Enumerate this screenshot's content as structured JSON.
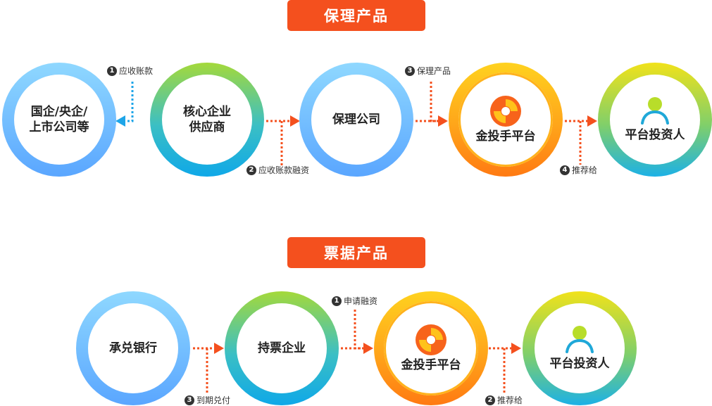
{
  "factoring": {
    "title": "保理产品",
    "nodes": [
      {
        "line1": "国企/央企/",
        "line2": "上市公司等"
      },
      {
        "line1": "核心企业",
        "line2": "供应商"
      },
      {
        "line1": "保理公司",
        "line2": ""
      },
      {
        "line1": "金投手平台",
        "line2": ""
      },
      {
        "line1": "平台投资人",
        "line2": ""
      }
    ],
    "steps": [
      {
        "num": "1",
        "text": "应收账款"
      },
      {
        "num": "2",
        "text": "应收账款融资"
      },
      {
        "num": "3",
        "text": "保理产品"
      },
      {
        "num": "4",
        "text": "推荐给"
      }
    ]
  },
  "bill": {
    "title": "票据产品",
    "nodes": [
      {
        "line1": "承兑银行",
        "line2": ""
      },
      {
        "line1": "持票企业",
        "line2": ""
      },
      {
        "line1": "金投手平台",
        "line2": ""
      },
      {
        "line1": "平台投资人",
        "line2": ""
      }
    ],
    "steps": [
      {
        "num": "1",
        "text": "申请融资"
      },
      {
        "num": "2",
        "text": "推荐给"
      },
      {
        "num": "3",
        "text": "到期兑付"
      }
    ]
  },
  "colors": {
    "accent": "#f4501e",
    "arrow_orange": "#f4501e",
    "arrow_blue": "#1ea5e8"
  },
  "icons": [
    "jintoushou-logo-icon",
    "investor-person-icon"
  ]
}
